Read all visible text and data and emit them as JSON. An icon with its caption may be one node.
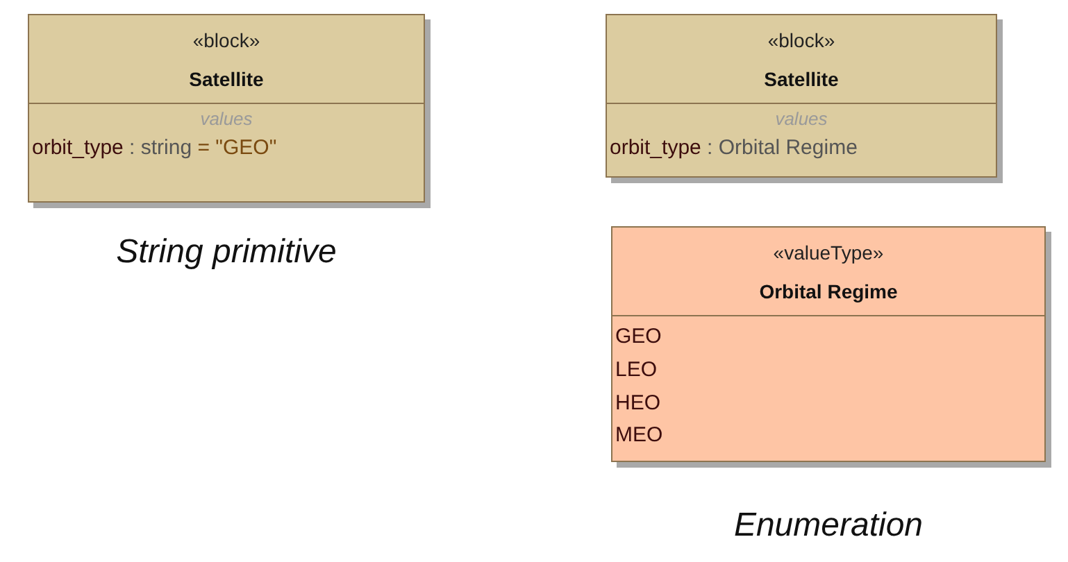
{
  "diagram": {
    "nodes": [
      {
        "text": [
          "«block»",
          "Satellite",
          "values",
          "orbit_type : string = \"GEO\""
        ],
        "beside": [
          "String primitive"
        ]
      },
      {
        "text": [
          "«block»",
          "Satellite",
          "values",
          "orbit_type : Orbital Regime"
        ]
      },
      {
        "text": [
          "«valueType»",
          "Orbital Regime",
          "GEO",
          "LEO",
          "HEO",
          "MEO"
        ],
        "beside": [
          "Enumeration"
        ]
      }
    ]
  }
}
